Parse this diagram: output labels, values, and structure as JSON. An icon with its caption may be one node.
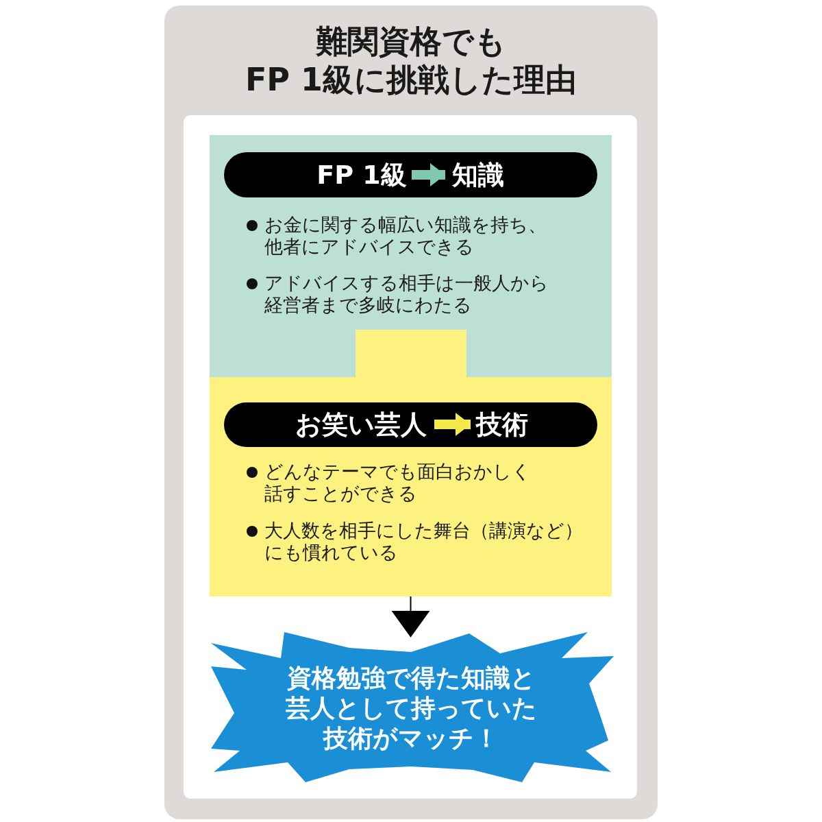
{
  "diagram": {
    "title": "難関資格でもFP 1級に挑戦した理由",
    "nodes": [
      {
        "text": [
          "お金に関する幅広い知識を持ち、他者にアドバイスできる",
          "アドバイスする相手は一般人から経営者まで多岐にわたる"
        ]
      },
      {
        "text": [],
        "shape": "bar",
        "in": 0
      },
      {
        "text": [
          "FP 1級"
        ],
        "in": 1
      },
      {
        "text": [
          "知識"
        ],
        "in": 1
      },
      {
        "text": [
          "どんなテーマでも面白おかしく話すことができる",
          "大人数を相手にした舞台（講演など）にも慣れている"
        ]
      },
      {
        "text": [],
        "shape": "bar",
        "in": 4
      },
      {
        "text": [
          "お笑い芸人"
        ],
        "in": 5
      },
      {
        "text": [
          "技術"
        ],
        "in": 5
      },
      {
        "text": [
          "資格勉強で得た知識と芸人として持っていた技術がマッチ！"
        ]
      }
    ],
    "edges": [
      {
        "from": 2,
        "to": 3,
        "arrow": "to",
        "color": "#80c6b0"
      },
      {
        "from": 6,
        "to": 7,
        "arrow": "to",
        "color": "#f4ea4c"
      },
      {
        "from": 4,
        "to": 8,
        "arrow": "to",
        "color": "#000000"
      }
    ]
  }
}
